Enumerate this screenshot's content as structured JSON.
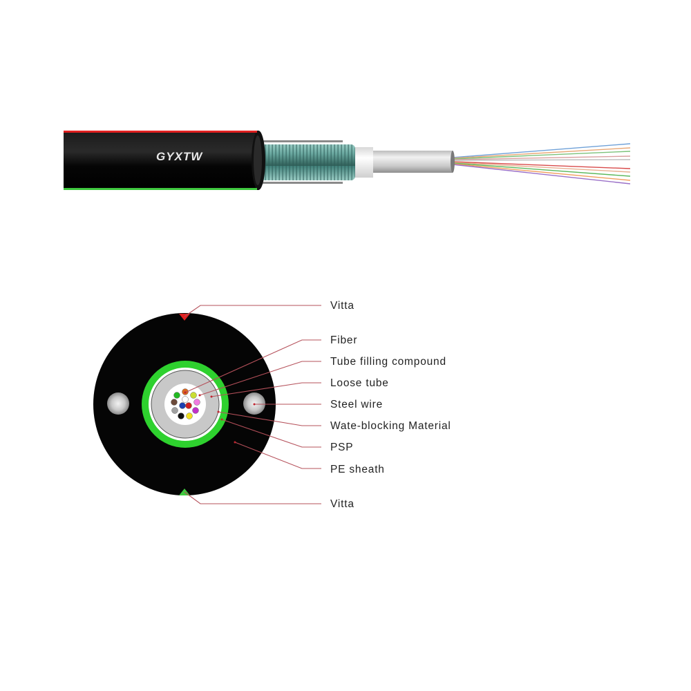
{
  "diagram": {
    "cable_model": "GYXTW",
    "side_view": {
      "layers_left_to_right": [
        "PE sheath (black, red & green vitta stripes)",
        "Steel wire",
        "PSP (corrugated steel tape)",
        "Water-blocking material",
        "Loose tube",
        "Fibers"
      ],
      "fiber_colors": [
        "#6fa1d8",
        "#e8a877",
        "#7cc27a",
        "#d9a0a0",
        "#bbbbbb",
        "#d84a4a",
        "#e8b090",
        "#5cb85c",
        "#f0a060",
        "#9a70c8"
      ]
    },
    "cross_section": {
      "fiber_colors": [
        {
          "name": "orange",
          "hex": "#d9661e"
        },
        {
          "name": "green",
          "hex": "#22b822"
        },
        {
          "name": "lime",
          "hex": "#c9dd33"
        },
        {
          "name": "white",
          "hex": "#ffffff"
        },
        {
          "name": "brown",
          "hex": "#6b4a3a"
        },
        {
          "name": "blue",
          "hex": "#1a3fb0"
        },
        {
          "name": "red",
          "hex": "#cc1f1f"
        },
        {
          "name": "pink",
          "hex": "#f07ae0"
        },
        {
          "name": "gray",
          "hex": "#a0a0a0"
        },
        {
          "name": "violet",
          "hex": "#c030c8"
        },
        {
          "name": "black",
          "hex": "#111111"
        },
        {
          "name": "yellow",
          "hex": "#f0e020"
        }
      ]
    },
    "labels": [
      {
        "id": "vitta-top",
        "text": "Vitta"
      },
      {
        "id": "fiber",
        "text": "Fiber"
      },
      {
        "id": "tube-filling",
        "text": "Tube filling compound"
      },
      {
        "id": "loose-tube",
        "text": "Loose tube"
      },
      {
        "id": "steel-wire",
        "text": "Steel wire"
      },
      {
        "id": "water-blocking",
        "text": "Wate-blocking Material"
      },
      {
        "id": "psp",
        "text": "PSP"
      },
      {
        "id": "pe-sheath",
        "text": "PE sheath"
      },
      {
        "id": "vitta-bottom",
        "text": "Vitta"
      }
    ],
    "colors": {
      "sheath": "#050505",
      "vitta_red": "#e02020",
      "vitta_green": "#3ec83e",
      "psp_green": "#2ed12e",
      "leader": "#b5505a"
    }
  }
}
